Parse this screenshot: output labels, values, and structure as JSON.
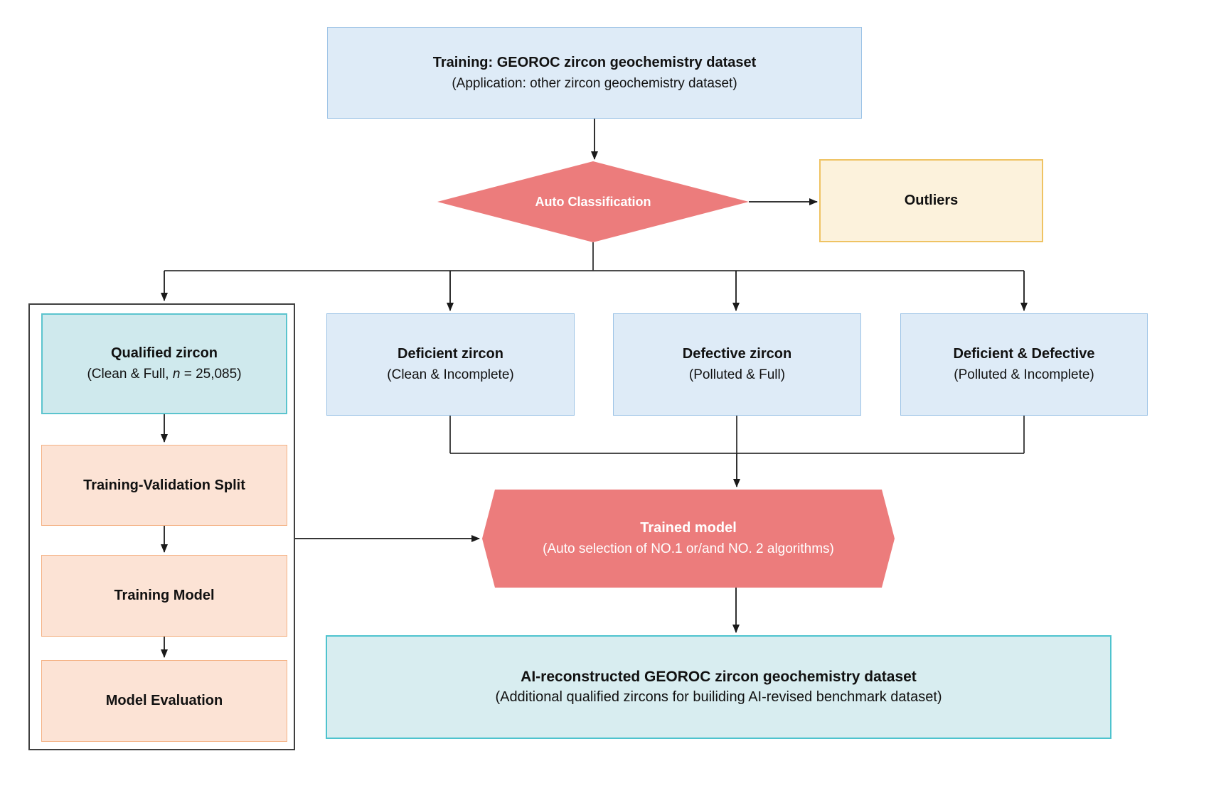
{
  "diagram": {
    "kind": "flowchart",
    "background": "#ffffff"
  },
  "colors": {
    "box_blue_fill": "#deebf7",
    "box_blue_border": "#9dc3e6",
    "salmon": "#ec7c7c",
    "outliers_fill": "#fcf2dc",
    "outliers_border": "#efc363",
    "teal_fill": "#cfe9ed",
    "teal_border": "#5bc4ce",
    "bottom_teal_fill": "#d8edf0",
    "pink_fill": "#fce3d5",
    "pink_border": "#f4b183",
    "frame_border": "#3f3f3f",
    "line": "#1a1a1a",
    "text_dark": "#111111",
    "text_light": "#ffffff"
  },
  "nodes": {
    "training_dataset": {
      "title": "Training: GEOROC zircon geochemistry dataset",
      "subtitle": "(Application: other zircon geochemistry dataset)"
    },
    "auto_classification": {
      "label": "Auto Classification"
    },
    "outliers": {
      "label": "Outliers"
    },
    "qualified": {
      "title": "Qualified zircon",
      "subtitle_prefix": "(Clean & Full, ",
      "n_var": "n",
      "subtitle_suffix": " = 25,085)"
    },
    "deficient": {
      "title": "Deficient zircon",
      "subtitle": "(Clean & Incomplete)"
    },
    "defective": {
      "title": "Defective zircon",
      "subtitle": "(Polluted & Full)"
    },
    "deficient_defective": {
      "title": "Deficient & Defective",
      "subtitle": "(Polluted & Incomplete)"
    },
    "tv_split": {
      "label": "Training-Validation Split"
    },
    "training_model": {
      "label": "Training Model"
    },
    "model_evaluation": {
      "label": "Model Evaluation"
    },
    "trained_model": {
      "title": "Trained model",
      "subtitle": "(Auto selection of NO.1 or/and NO. 2 algorithms)"
    },
    "ai_reconstructed": {
      "title": "AI-reconstructed GEOROC zircon geochemistry dataset",
      "subtitle": "(Additional qualified zircons for builiding AI-revised benchmark dataset)"
    }
  }
}
